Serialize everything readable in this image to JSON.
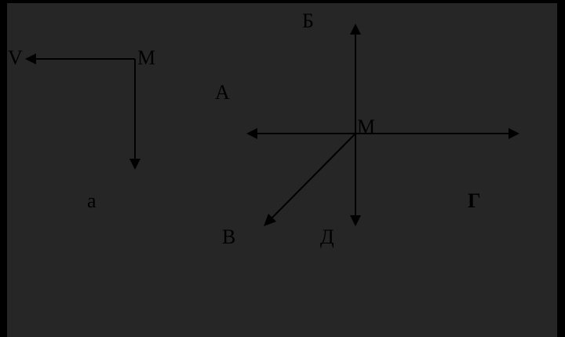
{
  "colors": {
    "outer_background": "#000000",
    "panel_background": "#262626",
    "ink": "#000000"
  },
  "diagram_a": {
    "velocity_label": "V",
    "point_label": "M",
    "caption": "а"
  },
  "diagram_b": {
    "point_label": "М",
    "labels": {
      "A": "А",
      "B": "Б",
      "V": "В",
      "G": "Г",
      "D": "Д"
    }
  }
}
